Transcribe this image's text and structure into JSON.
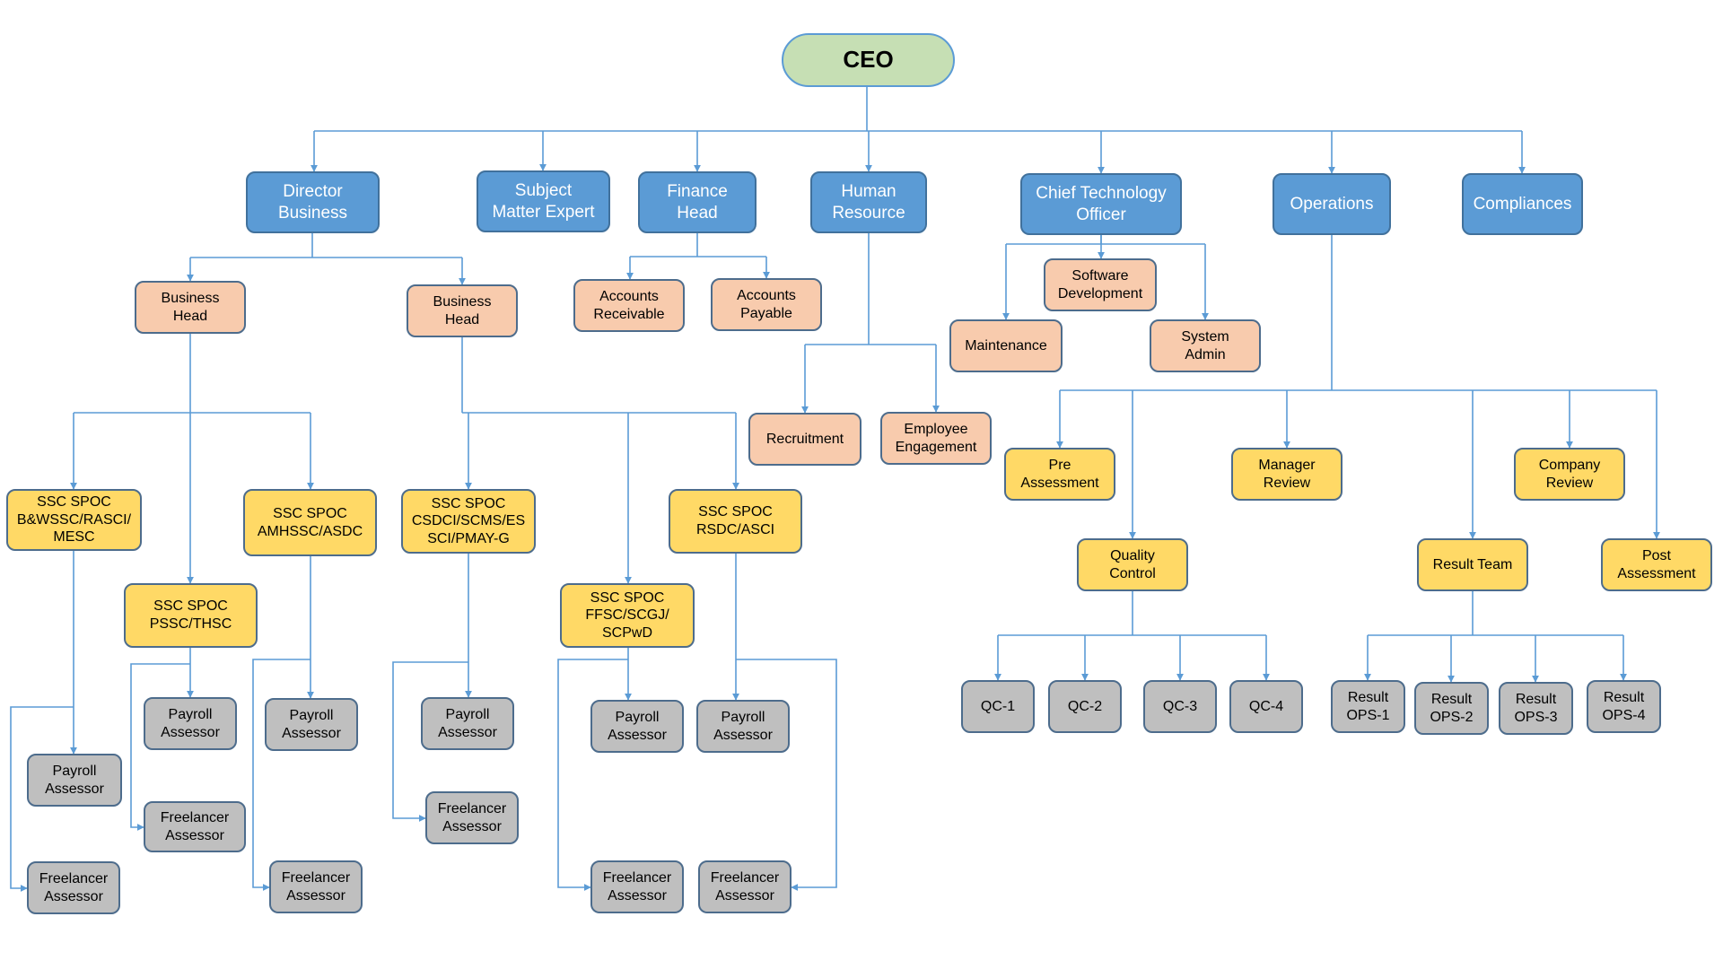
{
  "nodes": {
    "ceo": "CEO",
    "director_business": "Director\nBusiness",
    "subject_matter_expert": "Subject\nMatter Expert",
    "finance_head": "Finance\nHead",
    "human_resource": "Human\nResource",
    "cto": "Chief Technology\nOfficer",
    "operations": "Operations",
    "compliances": "Compliances",
    "business_head_1": "Business\nHead",
    "business_head_2": "Business\nHead",
    "accounts_receivable": "Accounts\nReceivable",
    "accounts_payable": "Accounts\nPayable",
    "software_development": "Software\nDevelopment",
    "maintenance": "Maintenance",
    "system_admin": "System\nAdmin",
    "recruitment": "Recruitment",
    "employee_engagement": "Employee\nEngagement",
    "pre_assessment": "Pre\nAssessment",
    "manager_review": "Manager\nReview",
    "company_review": "Company\nReview",
    "quality_control": "Quality\nControl",
    "result_team": "Result Team",
    "post_assessment": "Post\nAssessment",
    "spoc_bwssc": "SSC SPOC\nB&WSSC/RASCI/\nMESC",
    "spoc_amhssc": "SSC SPOC\nAMHSSC/ASDC",
    "spoc_pssc": "SSC SPOC\nPSSC/THSC",
    "spoc_csdci": "SSC SPOC\nCSDCI/SCMS/ES\nSCI/PMAY-G",
    "spoc_rsdc": "SSC SPOC\nRSDC/ASCI",
    "spoc_ffsc": "SSC SPOC\nFFSC/SCGJ/\nSCPwD",
    "payroll_1": "Payroll\nAssessor",
    "freelancer_1": "Freelancer\nAssessor",
    "payroll_2": "Payroll\nAssessor",
    "freelancer_2": "Freelancer\nAssessor",
    "payroll_3": "Payroll\nAssessor",
    "freelancer_3": "Freelancer\nAssessor",
    "payroll_4": "Payroll\nAssessor",
    "freelancer_4": "Freelancer\nAssessor",
    "payroll_5": "Payroll\nAssessor",
    "freelancer_5": "Freelancer\nAssessor",
    "payroll_6": "Payroll\nAssessor",
    "freelancer_6": "Freelancer\nAssessor",
    "qc_1": "QC-1",
    "qc_2": "QC-2",
    "qc_3": "QC-3",
    "qc_4": "QC-4",
    "result_ops_1": "Result\nOPS-1",
    "result_ops_2": "Result\nOPS-2",
    "result_ops_3": "Result\nOPS-3",
    "result_ops_4": "Result\nOPS-4"
  },
  "colors": {
    "ceo_fill": "#c6dfb4",
    "dept_fill": "#5b9bd5",
    "sub_fill": "#f8cbad",
    "spoc_fill": "#ffd966",
    "assessor_fill": "#bfbfbf",
    "connector": "#5b9bd5"
  }
}
